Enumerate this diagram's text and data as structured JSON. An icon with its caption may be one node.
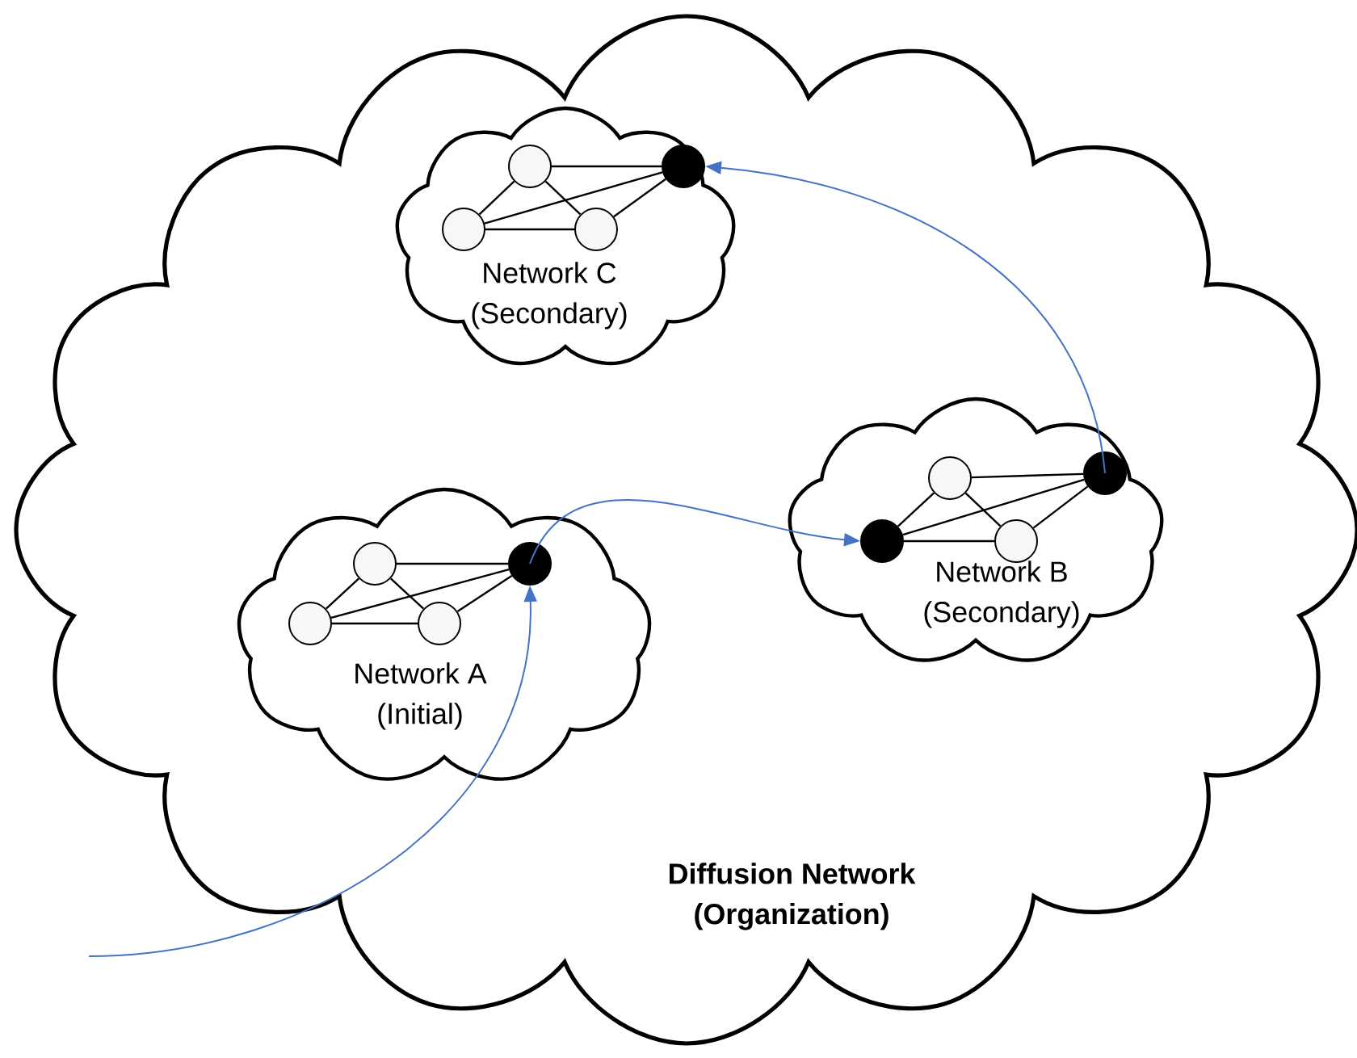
{
  "diagram": {
    "nodes": [
      {
        "text": [
          "Diffusion Network (Organization)"
        ]
      },
      {
        "text": [
          "Network C (Secondary)"
        ],
        "in": 0
      },
      {
        "text": [],
        "shape": "circle",
        "in": 1
      },
      {
        "text": [],
        "shape": "circle",
        "in": 1
      },
      {
        "text": [],
        "shape": "circle",
        "in": 1
      },
      {
        "text": [],
        "shape": "circle",
        "in": 1
      },
      {
        "text": [
          "Network A (Initial)"
        ],
        "in": 0
      },
      {
        "text": [],
        "shape": "circle",
        "in": 6
      },
      {
        "text": [],
        "shape": "circle",
        "in": 6
      },
      {
        "text": [],
        "shape": "circle",
        "in": 6
      },
      {
        "text": [],
        "shape": "circle",
        "in": 6
      },
      {
        "text": [
          "Network B (Secondary)"
        ],
        "in": 0
      },
      {
        "text": [],
        "shape": "circle",
        "in": 11
      },
      {
        "text": [],
        "shape": "circle",
        "in": 11
      },
      {
        "text": [],
        "shape": "circle",
        "in": 11
      },
      {
        "text": [],
        "shape": "circle",
        "in": 11
      }
    ],
    "edges": [
      {
        "from": 2,
        "to": 5,
        "arrow": "none"
      },
      {
        "from": 2,
        "to": 3,
        "arrow": "none"
      },
      {
        "from": 2,
        "to": 4,
        "arrow": "none"
      },
      {
        "from": 3,
        "to": 5,
        "arrow": "none"
      },
      {
        "from": 3,
        "to": 4,
        "arrow": "none"
      },
      {
        "from": 4,
        "to": 5,
        "arrow": "none"
      },
      {
        "from": 7,
        "to": 10,
        "arrow": "none"
      },
      {
        "from": 7,
        "to": 8,
        "arrow": "none"
      },
      {
        "from": 7,
        "to": 9,
        "arrow": "none"
      },
      {
        "from": 8,
        "to": 10,
        "arrow": "none"
      },
      {
        "from": 8,
        "to": 9,
        "arrow": "none"
      },
      {
        "from": 9,
        "to": 10,
        "arrow": "none"
      },
      {
        "from": 12,
        "to": 15,
        "arrow": "none"
      },
      {
        "from": 12,
        "to": 13,
        "arrow": "none"
      },
      {
        "from": 12,
        "to": 14,
        "arrow": "none"
      },
      {
        "from": 13,
        "to": 15,
        "arrow": "none"
      },
      {
        "from": 13,
        "to": 14,
        "arrow": "none"
      },
      {
        "from": 14,
        "to": 15,
        "arrow": "none"
      },
      {
        "from": null,
        "to": 10,
        "arrow": "to",
        "color": "#4472c4"
      },
      {
        "from": 10,
        "to": 13,
        "arrow": "to",
        "color": "#4472c4"
      },
      {
        "from": 15,
        "to": 5,
        "arrow": "to",
        "color": "#4472c4"
      }
    ]
  }
}
